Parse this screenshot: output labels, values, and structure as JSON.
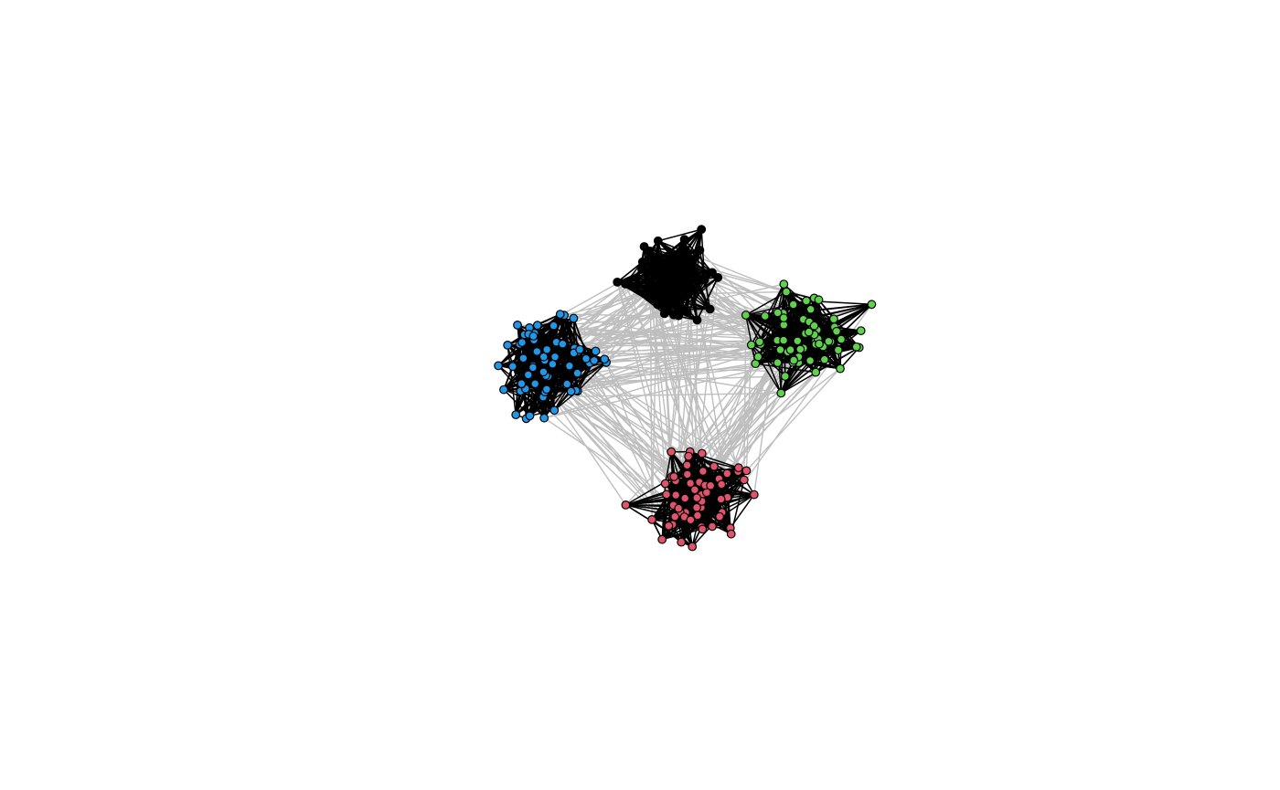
{
  "graph": {
    "kind": "clustered network",
    "communities": [
      {
        "id": "black",
        "fill": "#000000",
        "node_count": 55,
        "spread": 62
      },
      {
        "id": "blue",
        "fill": "#2297E6",
        "node_count": 62,
        "spread": 70
      },
      {
        "id": "green",
        "fill": "#61D04F",
        "node_count": 62,
        "spread": 70
      },
      {
        "id": "red",
        "fill": "#DF536B",
        "node_count": 60,
        "spread": 62
      }
    ],
    "node_stroke": "#000000",
    "within_edge_color": "#000000",
    "between_edge_color": "#BEBEBE",
    "within_edges_per_node": 9,
    "between_edge_count": 220
  }
}
